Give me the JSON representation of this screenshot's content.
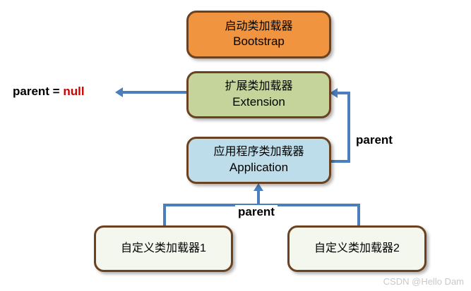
{
  "diagram": {
    "title": "Java ClassLoader parent delegation hierarchy",
    "colors": {
      "bootstrap_fill": "#f0943f",
      "extension_fill": "#c4d49a",
      "application_fill": "#bdddea",
      "custom_fill": "#f4f7ee",
      "box_border": "#6b4220",
      "connector": "#4a7ebc",
      "null_text": "#cc0000",
      "watermark_text": "#c9c9c9"
    },
    "nodes": [
      {
        "id": "bootstrap",
        "line_cn": "启动类加载器",
        "line_en": "Bootstrap"
      },
      {
        "id": "extension",
        "line_cn": "扩展类加载器",
        "line_en": "Extension"
      },
      {
        "id": "application",
        "line_cn": "应用程序类加载器",
        "line_en": "Application"
      },
      {
        "id": "custom1",
        "line_cn": "自定义类加载器1",
        "line_en": ""
      },
      {
        "id": "custom2",
        "line_cn": "自定义类加载器2",
        "line_en": ""
      }
    ],
    "labels": {
      "parent_null_prefix": "parent = ",
      "parent_null_value": "null",
      "parent_right": "parent",
      "parent_bottom": "parent"
    },
    "watermark": "CSDN @Hello Dam"
  }
}
